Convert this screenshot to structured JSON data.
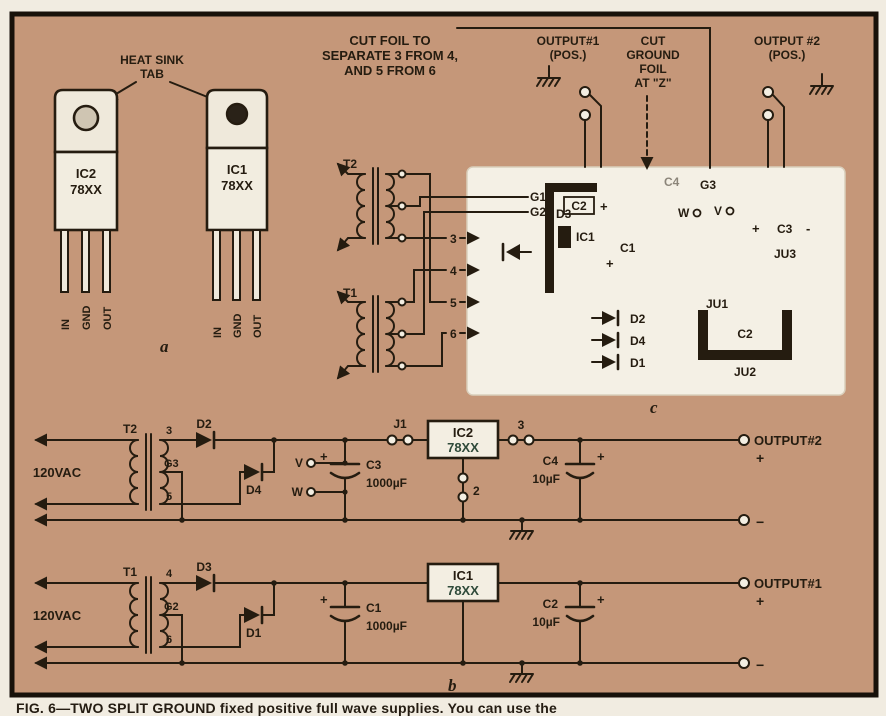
{
  "header": {
    "cut_foil_line1": "CUT FOIL TO",
    "cut_foil_line2": "SEPARATE 3 FROM 4,",
    "cut_foil_line3": "AND 5 FROM 6",
    "output1_line1": "OUTPUT#1",
    "output1_line2": "(POS.)",
    "cut_ground_line1": "CUT",
    "cut_ground_line2": "GROUND",
    "cut_ground_line3": "FOIL",
    "cut_ground_line4": "AT \"Z\"",
    "output2_line1": "OUTPUT #2",
    "output2_line2": "(POS.)"
  },
  "packages": {
    "heat_sink_line1": "HEAT SINK",
    "heat_sink_line2": "TAB",
    "ic2_name": "IC2",
    "ic2_part": "78XX",
    "ic1_name": "IC1",
    "ic1_part": "78XX",
    "pin_in": "IN",
    "pin_gnd": "GND",
    "pin_out": "OUT",
    "tag": "a"
  },
  "xfmr": {
    "t2": "T2",
    "t1": "T1",
    "wire3": "3",
    "wire4": "4",
    "wire5": "5",
    "wire6": "6"
  },
  "board": {
    "g1": "G1",
    "g2": "G2",
    "d3": "D3",
    "c2_top": "C2",
    "c2_top_plus": "+",
    "ic1": "IC1",
    "c1": "C1",
    "c1_plus": "+",
    "c4": "C4",
    "g3": "G3",
    "w": "W",
    "v": "V",
    "c3_plus": "+",
    "c3": "C3",
    "c3_minus": "-",
    "ju3": "JU3",
    "ju1": "JU1",
    "d2": "D2",
    "d4": "D4",
    "d1": "D1",
    "c2_bottom": "C2",
    "ju2": "JU2",
    "tag": "c"
  },
  "schematic": {
    "tag": "b",
    "top": {
      "source": "120VAC",
      "xfmr": "T2",
      "tap_top": "3",
      "tap_mid": "G3",
      "tap_bot": "5",
      "diode_top": "D2",
      "diode_bot": "D4",
      "tp_v": "V",
      "tp_w": "W",
      "cap_in": "C3",
      "cap_in_value": "1000µF",
      "cap_in_plus": "+",
      "jumper_in": "J1",
      "jumper_out": "3",
      "jumper_gnd": "2",
      "reg_name": "IC2",
      "reg_part": "78XX",
      "cap_out": "C4",
      "cap_out_value": "10µF",
      "cap_out_plus": "+",
      "output": "OUTPUT#2",
      "plus": "+",
      "minus": "−"
    },
    "bottom": {
      "source": "120VAC",
      "xfmr": "T1",
      "tap_top": "4",
      "tap_mid": "G2",
      "tap_bot": "6",
      "diode_top": "D3",
      "diode_bot": "D1",
      "cap_in": "C1",
      "cap_in_value": "1000µF",
      "cap_in_plus": "+",
      "reg_name": "IC1",
      "reg_part": "78XX",
      "cap_out": "C2",
      "cap_out_value": "10µF",
      "cap_out_plus": "+",
      "output": "OUTPUT#1",
      "plus": "+",
      "minus": "−"
    }
  },
  "caption": "FIG. 6—TWO SPLIT GROUND fixed positive full wave supplies. You can use the"
}
